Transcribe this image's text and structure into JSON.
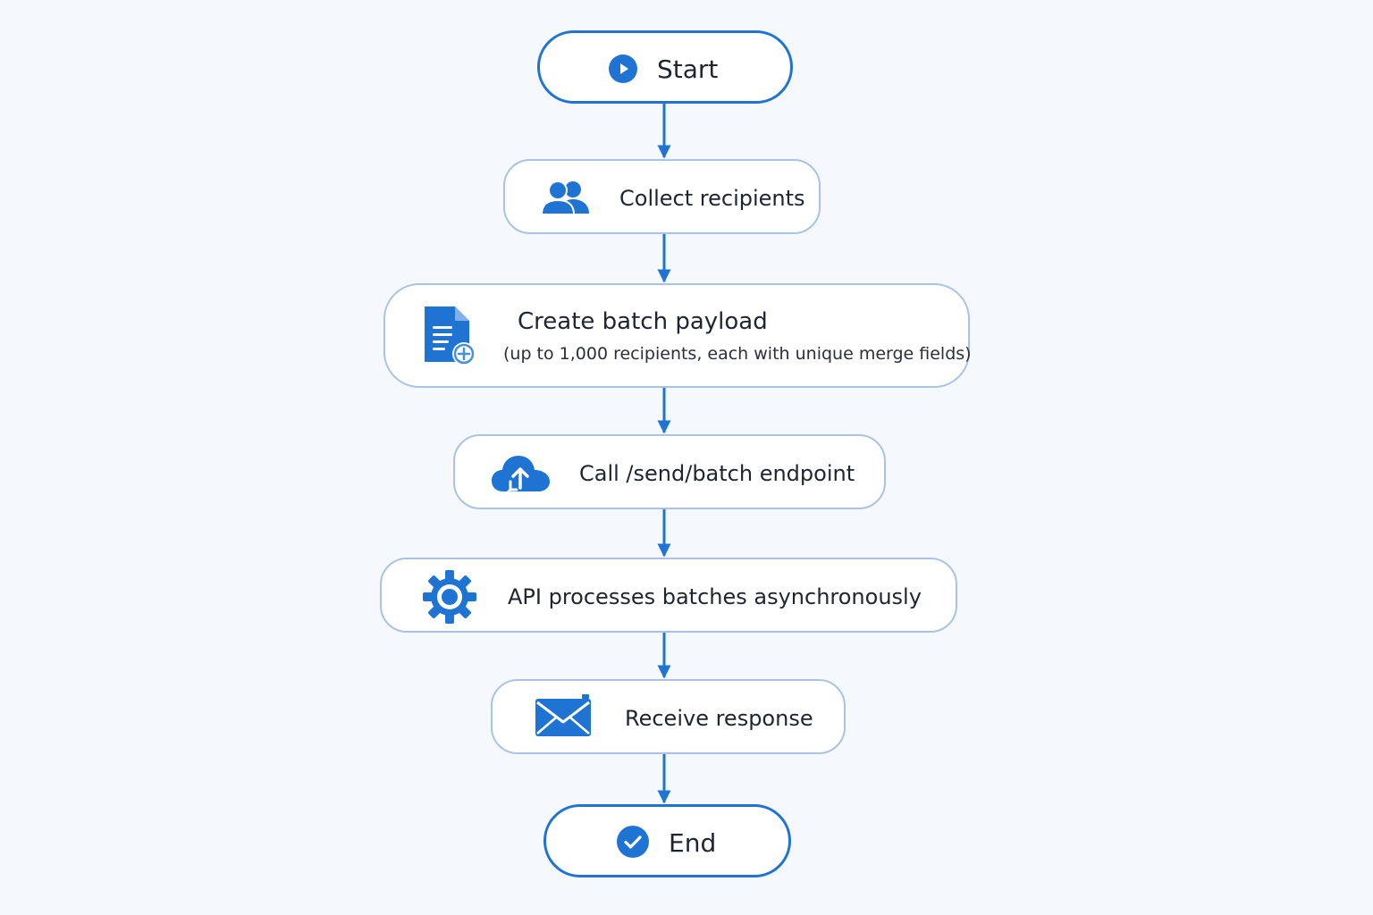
{
  "diagram": {
    "nodes": [
      {
        "id": "start",
        "label": "Start",
        "icon": "play-circle-icon"
      },
      {
        "id": "collect",
        "label": "Collect recipients",
        "icon": "users-icon"
      },
      {
        "id": "create",
        "label": "Create batch payload",
        "sublabel": "(up to 1,000 recipients, each with unique merge fields)",
        "icon": "document-add-icon"
      },
      {
        "id": "call",
        "label": "Call /send/batch endpoint",
        "icon": "cloud-upload-icon"
      },
      {
        "id": "process",
        "label": "API processes batches asynchronously",
        "icon": "gear-icon"
      },
      {
        "id": "receive",
        "label": "Receive response",
        "icon": "envelope-icon"
      },
      {
        "id": "end",
        "label": "End",
        "icon": "check-circle-icon"
      }
    ],
    "edges": [
      [
        "start",
        "collect"
      ],
      [
        "collect",
        "create"
      ],
      [
        "create",
        "call"
      ],
      [
        "call",
        "process"
      ],
      [
        "process",
        "receive"
      ],
      [
        "receive",
        "end"
      ]
    ],
    "colors": {
      "accent": "#1f74d3",
      "node_border": "#a9c3e4",
      "background": "#f5f8fc",
      "text": "#1f2430"
    }
  }
}
